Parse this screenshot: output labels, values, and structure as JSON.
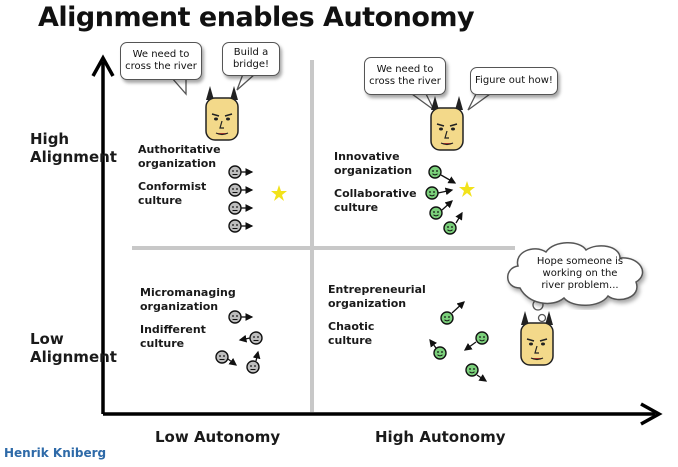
{
  "title": "Alignment enables Autonomy",
  "axes": {
    "y_high": [
      "High",
      "Alignment"
    ],
    "y_low": [
      "Low",
      "Alignment"
    ],
    "x_low": "Low Autonomy",
    "x_high": "High Autonomy"
  },
  "quadrants": {
    "top_left": {
      "org": [
        "Authoritative",
        "organization"
      ],
      "culture": [
        "Conformist",
        "culture"
      ]
    },
    "top_right": {
      "org": [
        "Innovative",
        "organization"
      ],
      "culture": [
        "Collaborative",
        "culture"
      ]
    },
    "bottom_left": {
      "org": [
        "Micromanaging",
        "organization"
      ],
      "culture": [
        "Indifferent",
        "culture"
      ]
    },
    "bottom_right": {
      "org": [
        "Entrepreneurial",
        "organization"
      ],
      "culture": [
        "Chaotic",
        "culture"
      ]
    }
  },
  "bubbles": {
    "tl_boss": [
      "We need to",
      "cross the river"
    ],
    "tl_boss_2": [
      "Build a",
      "bridge!"
    ],
    "tr_boss": [
      "We need to",
      "cross the river"
    ],
    "tr_boss_2": "Figure out how!",
    "br_boss_thought": [
      "Hope someone is",
      "working on the",
      "river problem..."
    ]
  },
  "author": "Henrik Kniberg",
  "colors": {
    "gray_face": "#bdbdbd",
    "green_face": "#7bd07b",
    "boss_face": "#f3d98a",
    "star": "#f2e21a",
    "divider": "#c8c8c8",
    "author": "#2e6aa8"
  }
}
